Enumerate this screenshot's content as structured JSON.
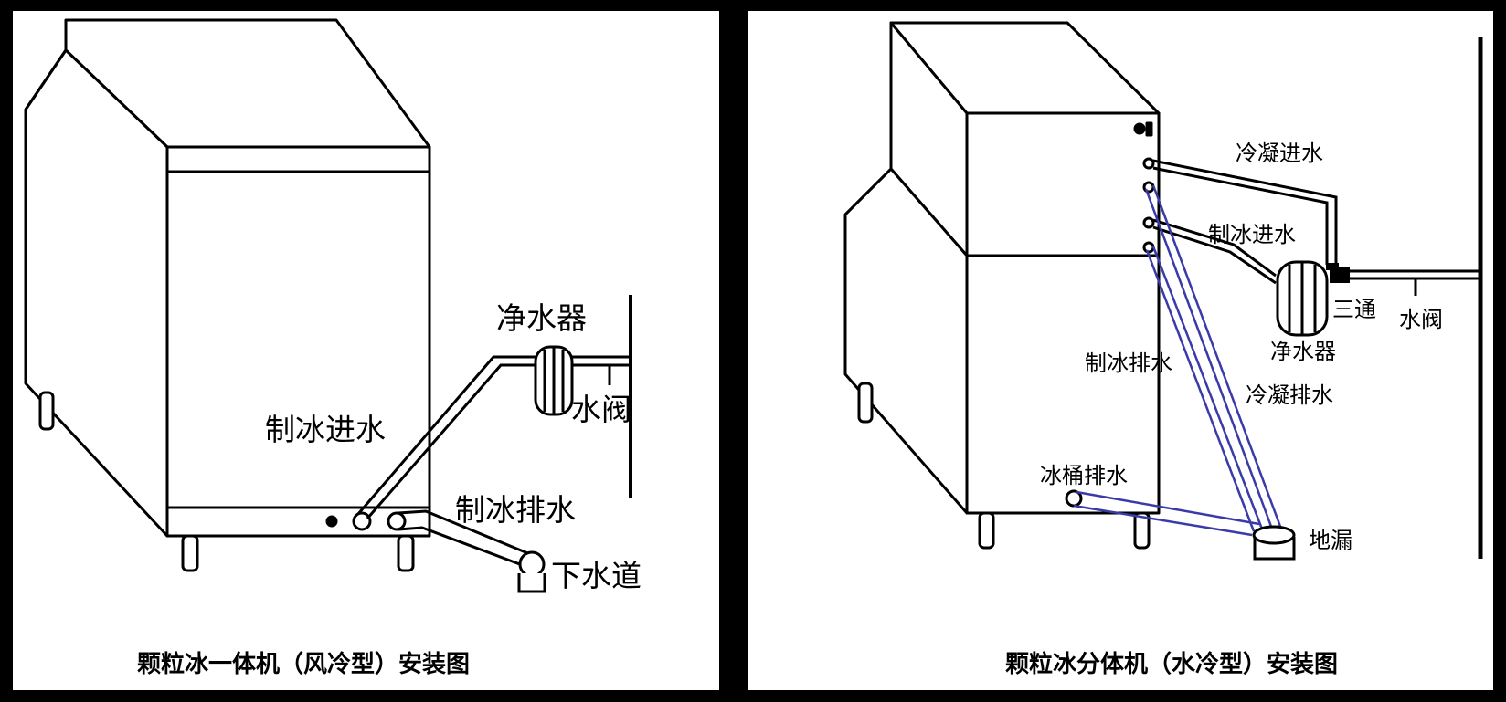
{
  "left_panel": {
    "caption": "颗粒冰一体机（风冷型）安装图",
    "labels": {
      "water_purifier": "净水器",
      "water_valve": "水阀",
      "ice_water_inlet": "制冰进水",
      "ice_water_drain": "制冰排水",
      "sewer": "下水道"
    }
  },
  "right_panel": {
    "caption": "颗粒冰分体机（水冷型）安装图",
    "labels": {
      "condensing_water_inlet": "冷凝进水",
      "ice_water_inlet": "制冰进水",
      "tee": "三通",
      "water_valve": "水阀",
      "water_purifier": "净水器",
      "ice_water_drain": "制冰排水",
      "condensing_drain": "冷凝排水",
      "bin_drain": "冰桶排水",
      "floor_drain": "地漏"
    }
  },
  "colors": {
    "frame": "#000000",
    "background": "#ffffff",
    "drain_pipe": "#3a3aa8"
  }
}
